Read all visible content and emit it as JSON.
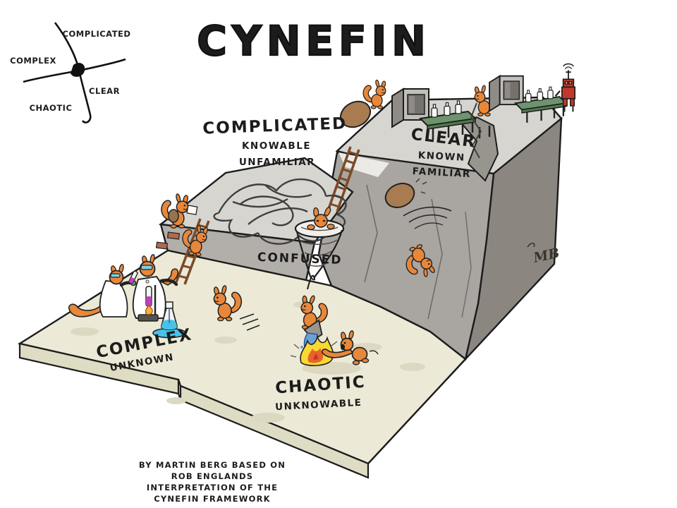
{
  "title": "CYNEFIN",
  "mini_map": {
    "complicated": "COMPLICATED",
    "complex": "COMPLEX",
    "clear": "CLEAR",
    "chaotic": "CHAOTIC"
  },
  "domains": {
    "complicated": {
      "name": "COMPLICATED",
      "trait1": "KNOWABLE",
      "trait2": "UNFAMILIAR"
    },
    "clear": {
      "name": "CLEAR",
      "trait1": "KNOWN",
      "trait2": "FAMILIAR"
    },
    "complex": {
      "name": "COMPLEX",
      "trait1": "UNKNOWN"
    },
    "chaotic": {
      "name": "CHAOTIC",
      "trait1": "UNKNOWABLE"
    },
    "confused": {
      "name": "CONFUSED"
    }
  },
  "attribution": {
    "line1": "BY MARTIN BERG BASED ON",
    "line2": "ROB ENGLANDS",
    "line3": "INTERPRETATION OF THE",
    "line4": "CYNEFIN FRAMEWORK"
  },
  "signature": "MB",
  "colors": {
    "ink": "#1c1c1c",
    "squirrel_orange": "#e8873a",
    "ground_beige": "#ece9d6",
    "ground_beige_side": "#dfdcc4",
    "plateau_gray": "#d7d5d0",
    "cliff_gray": "#a9a5a0",
    "wall_dark_gray": "#8b8680",
    "brick_red": "#b06a4c",
    "conveyor_green": "#6e936f",
    "robot_red": "#c0392b",
    "flask_blue": "#3fb8df",
    "potion_magenta": "#bf3fbf",
    "fire_yellow": "#f8d832",
    "fire_orange": "#e8622a",
    "water_blue": "#6aa0d8",
    "sack_brown": "#a87c50",
    "ladder_brown": "#7a4a28"
  }
}
